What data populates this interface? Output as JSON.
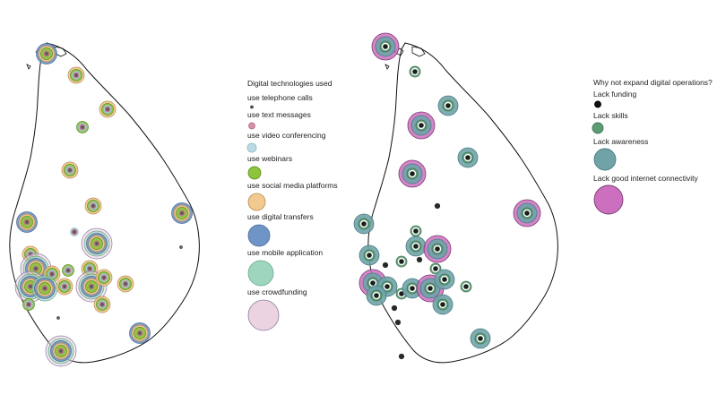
{
  "left_map": {
    "legend_title": "Digital technologies used",
    "categories": [
      {
        "label": "use telephone calls",
        "color": "#555555",
        "stroke": "#444444"
      },
      {
        "label": "use text messages",
        "color": "#d98fa8",
        "stroke": "#a96a80"
      },
      {
        "label": "use video conferencing",
        "color": "#b9dbe6",
        "stroke": "#8fb8c6"
      },
      {
        "label": "use webinars",
        "color": "#8cc43c",
        "stroke": "#5a8a20"
      },
      {
        "label": "use social media platforms",
        "color": "#f2c98e",
        "stroke": "#b58a50"
      },
      {
        "label": "use digital transfers",
        "color": "#6f95c6",
        "stroke": "#4a6a9a"
      },
      {
        "label": "use mobile application",
        "color": "#9dd6bd",
        "stroke": "#6aa88c"
      },
      {
        "label": "use crowdfunding",
        "color": "#ecd3e0",
        "stroke": "#8a7aa8"
      }
    ]
  },
  "right_map": {
    "legend_title": "Why not expand digital operations?",
    "categories": [
      {
        "label": "Lack funding",
        "color": "#111111",
        "stroke": "#000000"
      },
      {
        "label": "Lack skills",
        "color": "#5c9c72",
        "stroke": "#3f7352"
      },
      {
        "label": "Lack awareness",
        "color": "#6fa3a8",
        "stroke": "#4a7d82"
      },
      {
        "label": "Lack good internet connectivity",
        "color": "#cc6fbe",
        "stroke": "#7a3a70"
      }
    ]
  }
}
